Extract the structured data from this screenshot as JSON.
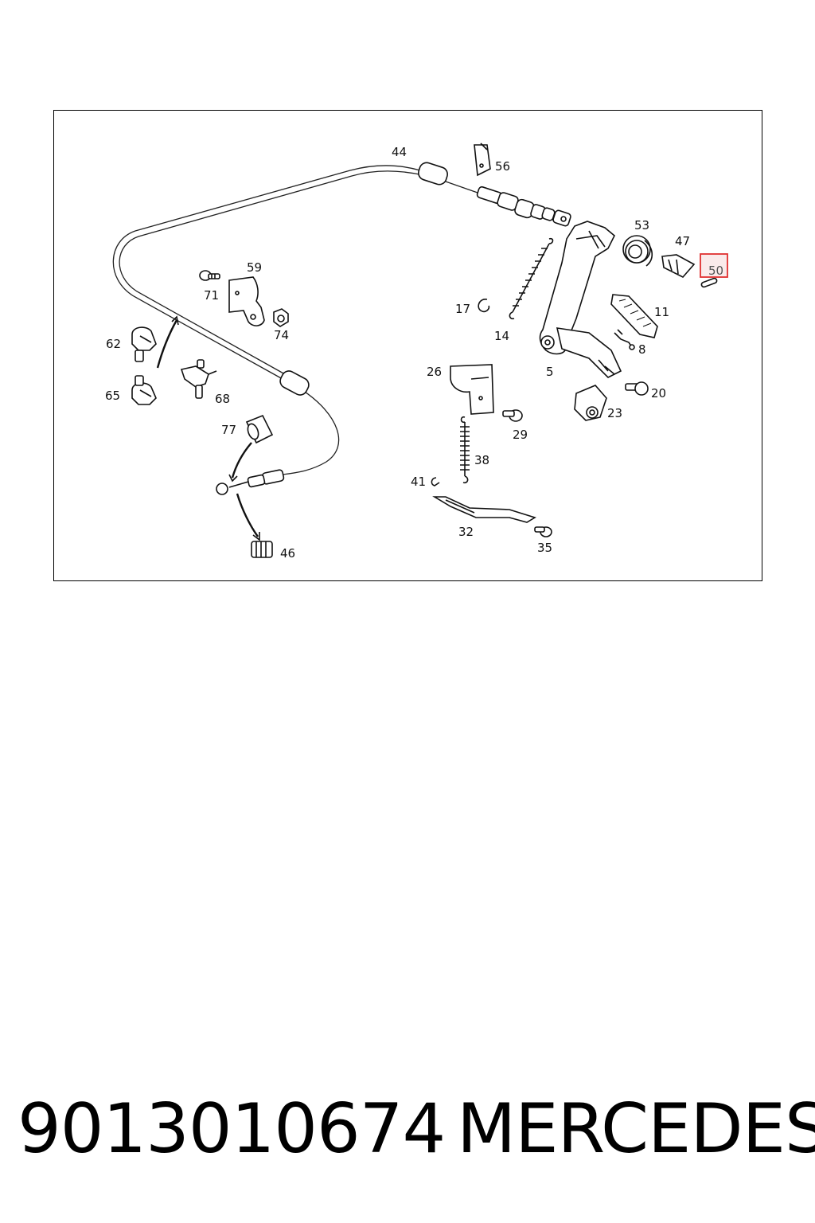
{
  "diagram": {
    "callouts": {
      "p44": "44",
      "p56": "56",
      "p53": "53",
      "p47": "47",
      "p50": "50",
      "p59": "59",
      "p71": "71",
      "p74": "74",
      "p17": "17",
      "p14": "14",
      "p11": "11",
      "p8": "8",
      "p62": "62",
      "p65": "65",
      "p68": "68",
      "p5": "5",
      "p26": "26",
      "p20": "20",
      "p23": "23",
      "p29": "29",
      "p77": "77",
      "p38": "38",
      "p41": "41",
      "p32": "32",
      "p35": "35",
      "p46": "46"
    },
    "highlighted_callout": "50",
    "highlight_color": "#e03030"
  },
  "footer": {
    "part_number": "9013010674",
    "brand": "MERCEDES"
  }
}
